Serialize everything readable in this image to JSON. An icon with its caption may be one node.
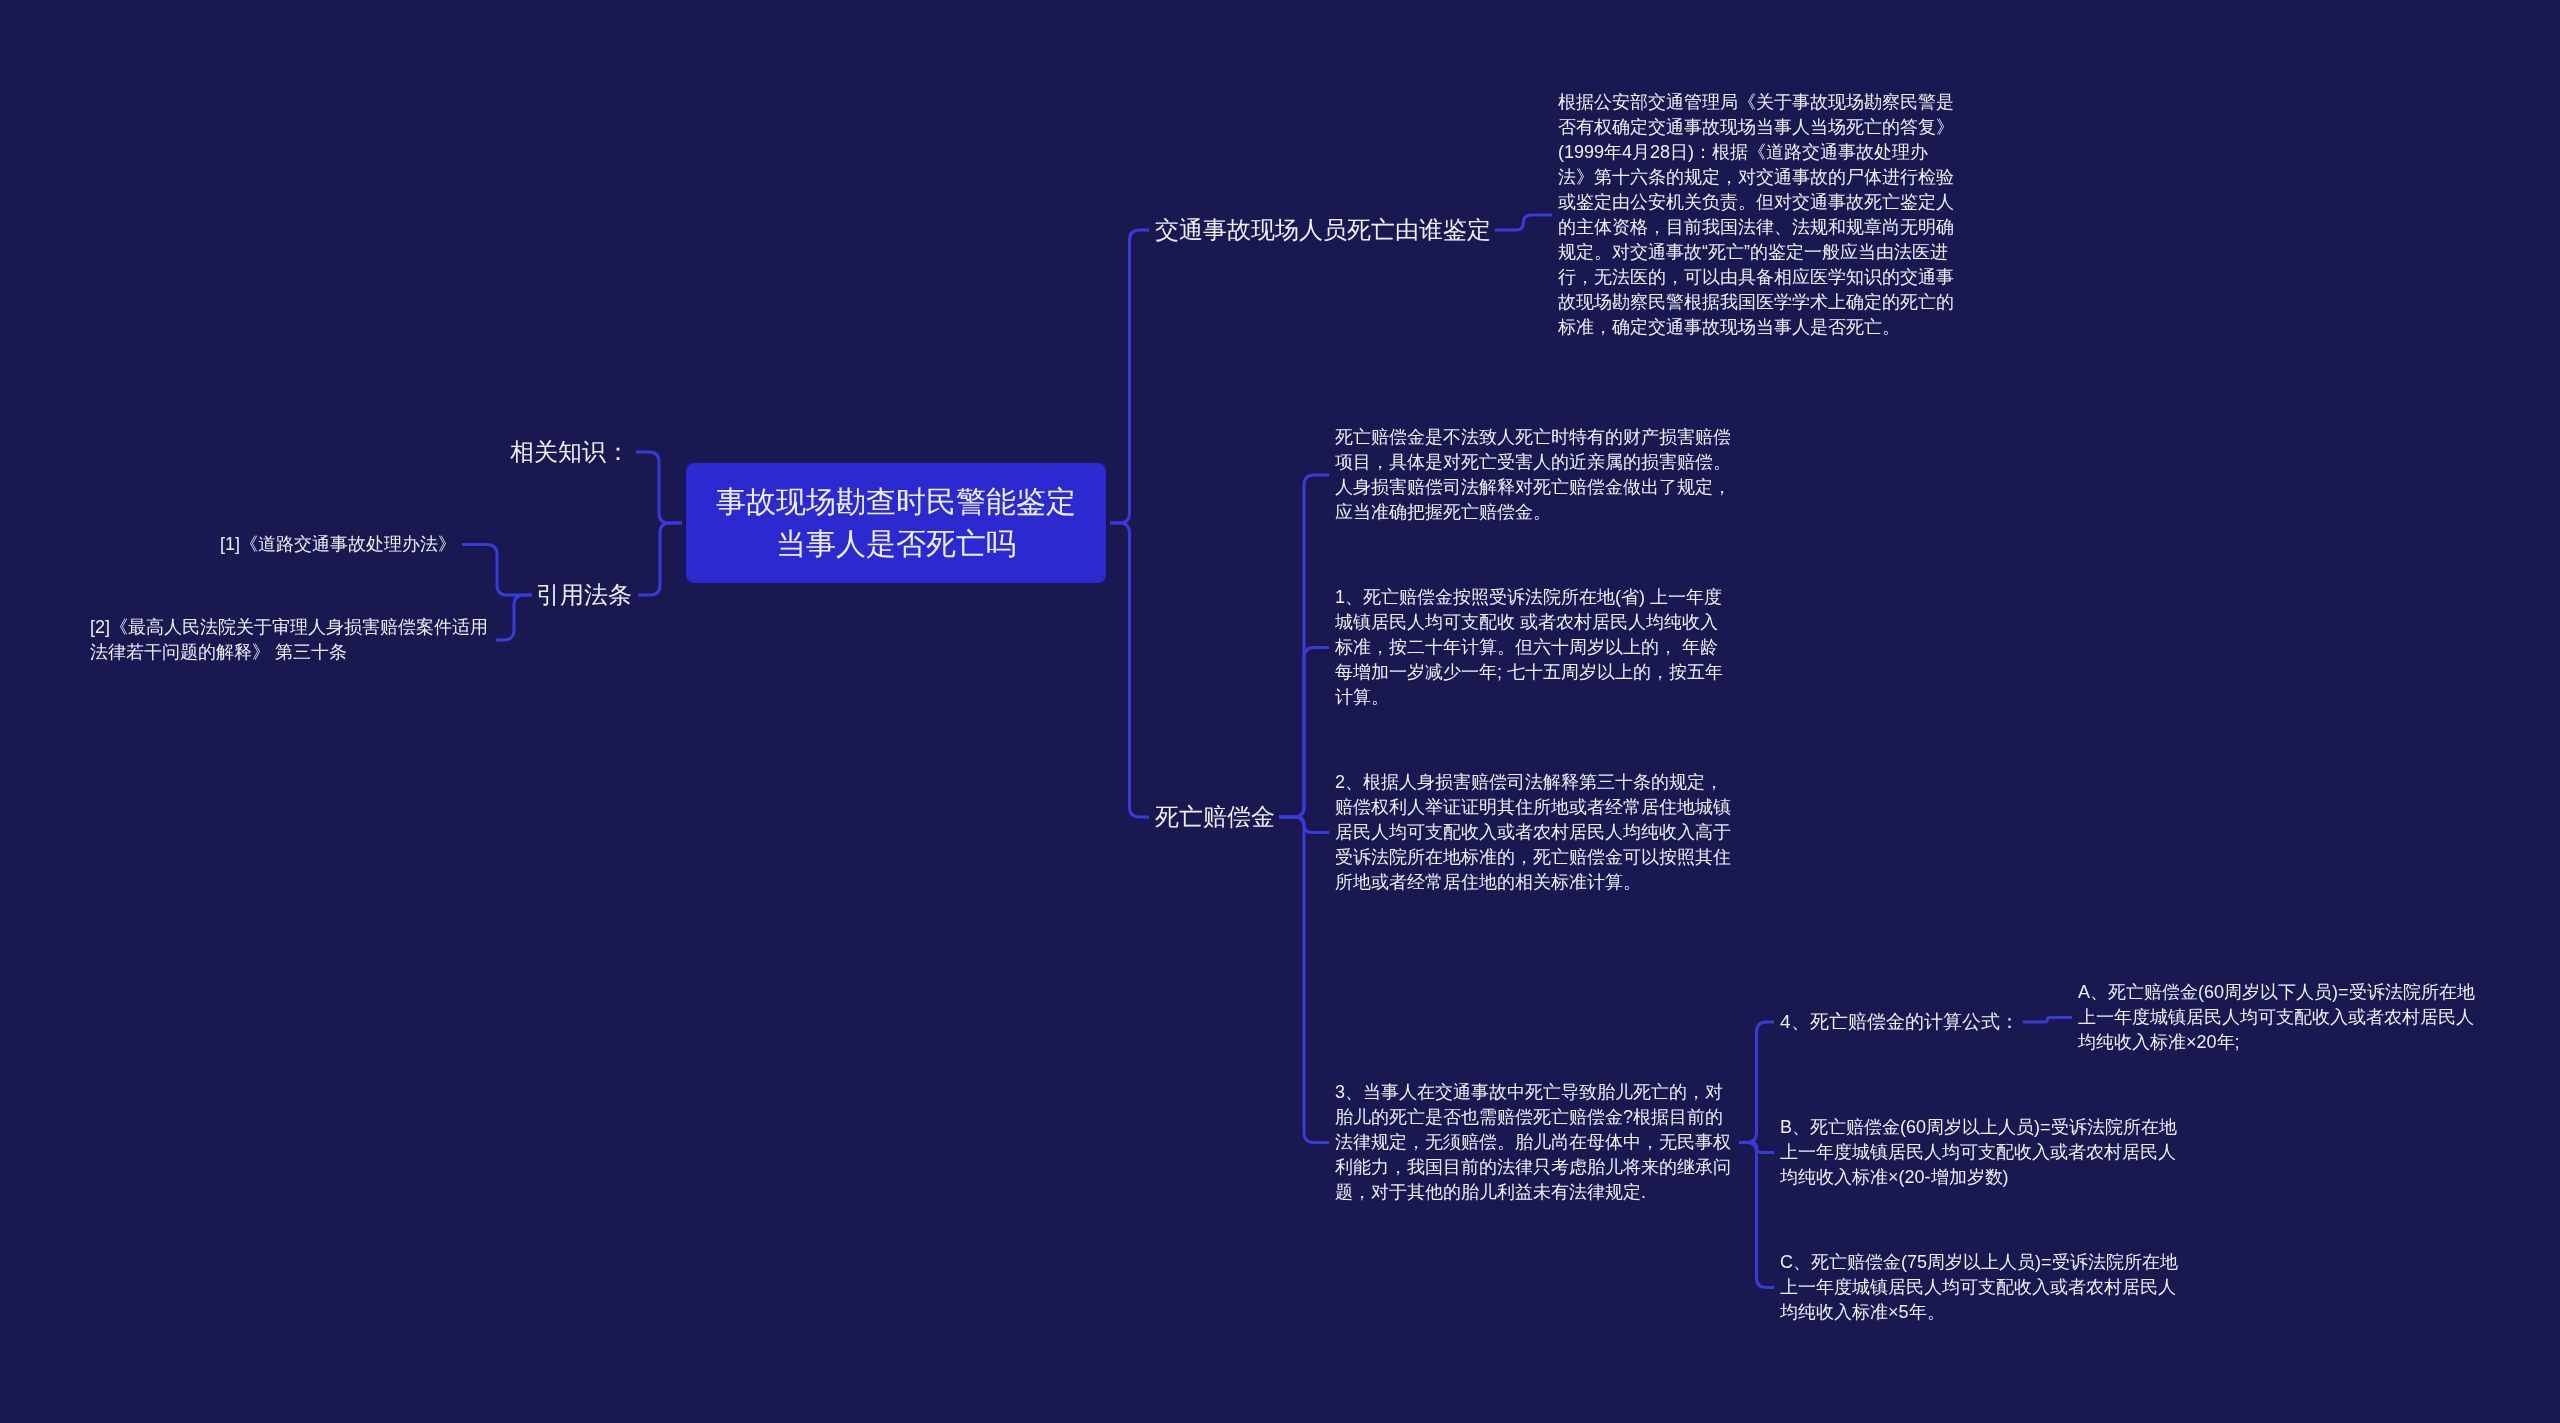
{
  "diagram": {
    "nodes": [
      {
        "text": [
          "事故现场勘查时民警能鉴定当事人是否死亡吗"
        ]
      },
      {
        "text": [
          "交通事故现场人员死亡由谁鉴定"
        ]
      },
      {
        "text": [
          "根据公安部交通管理局《关于事故现场勘察民警是否有权确定交通事故现场当事人当场死亡的答复》(1999年4月28日)：根据《道路交通事故处理办法》第十六条的规定，对交通事故的尸体进行检验或鉴定由公安机关负责。但对交通事故死亡鉴定人的主体资格，目前我国法律、法规和规章尚无明确规定。对交通事故“死亡”的鉴定一般应当由法医进行，无法医的，可以由具备相应医学知识的交通事故现场勘察民警根据我国医学学术上确定的死亡的标准，确定交通事故现场当事人是否死亡。"
        ]
      },
      {
        "text": [
          "死亡赔偿金"
        ]
      },
      {
        "text": [
          "死亡赔偿金是不法致人死亡时特有的财产损害赔偿项目，具体是对死亡受害人的近亲属的损害赔偿。人身损害赔偿司法解释对死亡赔偿金做出了规定，应当准确把握死亡赔偿金。"
        ]
      },
      {
        "text": [
          "1、死亡赔偿金按照受诉法院所在地(省) 上一年度城镇居民人均可支配收 或者农村居民人均纯收入标准，按二十年计算。但六十周岁以上的， 年龄每增加一岁减少一年; 七十五周岁以上的，按五年计算。"
        ]
      },
      {
        "text": [
          "2、根据人身损害赔偿司法解释第三十条的规定，赔偿权利人举证证明其住所地或者经常居住地城镇居民人均可支配收入或者农村居民人均纯收入高于受诉法院所在地标准的，死亡赔偿金可以按照其住所地或者经常居住地的相关标准计算。"
        ]
      },
      {
        "text": [
          "3、当事人在交通事故中死亡导致胎儿死亡的，对胎儿的死亡是否也需赔偿死亡赔偿金?根据目前的法律规定，无须赔偿。胎儿尚在母体中，无民事权利能力，我国目前的法律只考虑胎儿将来的继承问题，对于其他的胎儿利益未有法律规定."
        ]
      },
      {
        "text": [
          "4、死亡赔偿金的计算公式："
        ]
      },
      {
        "text": [
          "A、死亡赔偿金(60周岁以下人员)=受诉法院所在地上一年度城镇居民人均可支配收入或者农村居民人均纯收入标准×20年;"
        ]
      },
      {
        "text": [
          "B、死亡赔偿金(60周岁以上人员)=受诉法院所在地上一年度城镇居民人均可支配收入或者农村居民人均纯收入标准×(20-增加岁数)"
        ]
      },
      {
        "text": [
          "C、死亡赔偿金(75周岁以上人员)=受诉法院所在地上一年度城镇居民人均可支配收入或者农村居民人均纯收入标准×5年。"
        ]
      },
      {
        "text": [
          "相关知识："
        ]
      },
      {
        "text": [
          "引用法条"
        ]
      },
      {
        "text": [
          "[1]《道路交通事故处理办法》"
        ]
      },
      {
        "text": [
          "[2]《最高人民法院关于审理人身损害赔偿案件适用法律若干问题的解释》 第三十条"
        ]
      }
    ],
    "edges": [
      {
        "from": 0,
        "to": 1,
        "arrow": "none"
      },
      {
        "from": 0,
        "to": 3,
        "arrow": "none"
      },
      {
        "from": 1,
        "to": 2,
        "arrow": "none"
      },
      {
        "from": 3,
        "to": 4,
        "arrow": "none"
      },
      {
        "from": 3,
        "to": 5,
        "arrow": "none"
      },
      {
        "from": 3,
        "to": 6,
        "arrow": "none"
      },
      {
        "from": 3,
        "to": 7,
        "arrow": "none"
      },
      {
        "from": 7,
        "to": 8,
        "arrow": "none"
      },
      {
        "from": 7,
        "to": 10,
        "arrow": "none"
      },
      {
        "from": 7,
        "to": 11,
        "arrow": "none"
      },
      {
        "from": 8,
        "to": 9,
        "arrow": "none"
      },
      {
        "from": 0,
        "to": 12,
        "arrow": "none"
      },
      {
        "from": 0,
        "to": 13,
        "arrow": "none"
      },
      {
        "from": 13,
        "to": 14,
        "arrow": "none"
      },
      {
        "from": 13,
        "to": 15,
        "arrow": "none"
      }
    ]
  }
}
